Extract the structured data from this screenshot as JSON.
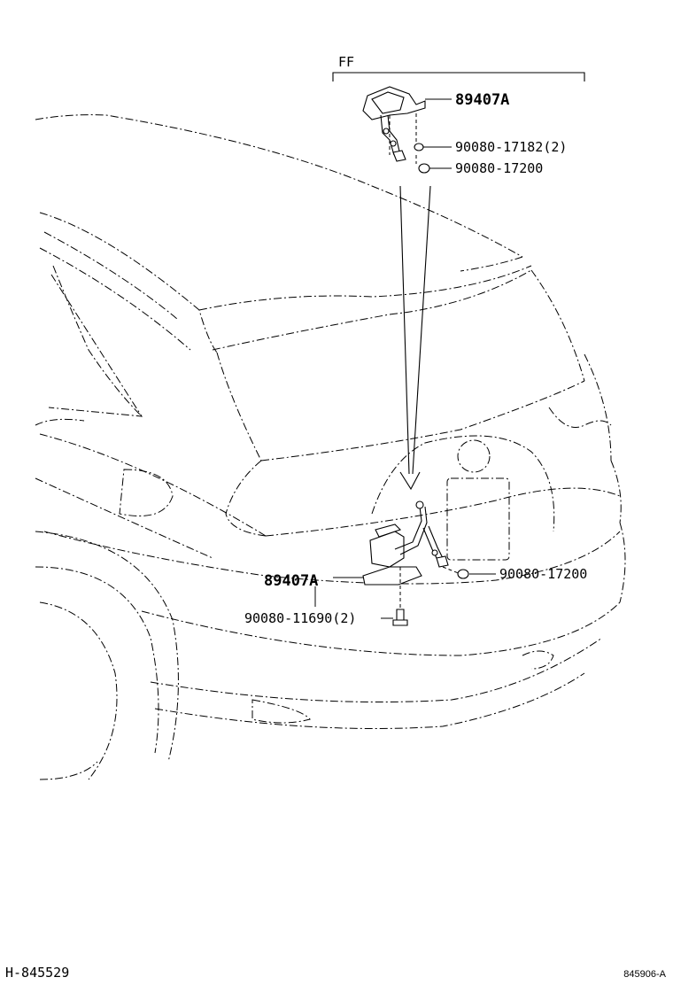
{
  "variant_label": "FF",
  "callouts": {
    "top_sensor": "89407A",
    "top_nut_small": "90080-17182(2)",
    "top_nut": "90080-17200",
    "main_sensor": "89407A",
    "main_nut": "90080-17200",
    "main_bolt": "90080-11690(2)"
  },
  "footer": {
    "diagram_code": "H-845529",
    "ref_code": "845906-A"
  }
}
